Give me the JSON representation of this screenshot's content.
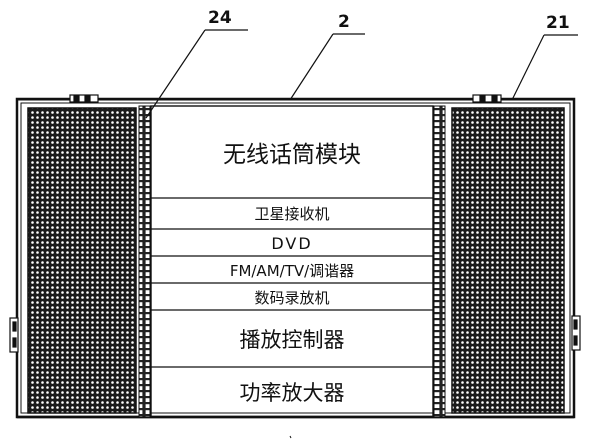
{
  "callouts": [
    {
      "id": "24",
      "text": "24"
    },
    {
      "id": "2",
      "text": "2"
    },
    {
      "id": "21",
      "text": "21"
    }
  ],
  "modules": [
    {
      "label": "无线话筒模块"
    },
    {
      "label": "卫星接收机"
    },
    {
      "label": "DVD"
    },
    {
      "label": "FM/AM/TV/调谐器"
    },
    {
      "label": "数码录放机"
    },
    {
      "label": "播放控制器"
    },
    {
      "label": "功率放大器"
    }
  ],
  "colors": {
    "line": "#111111",
    "background": "#ffffff"
  }
}
